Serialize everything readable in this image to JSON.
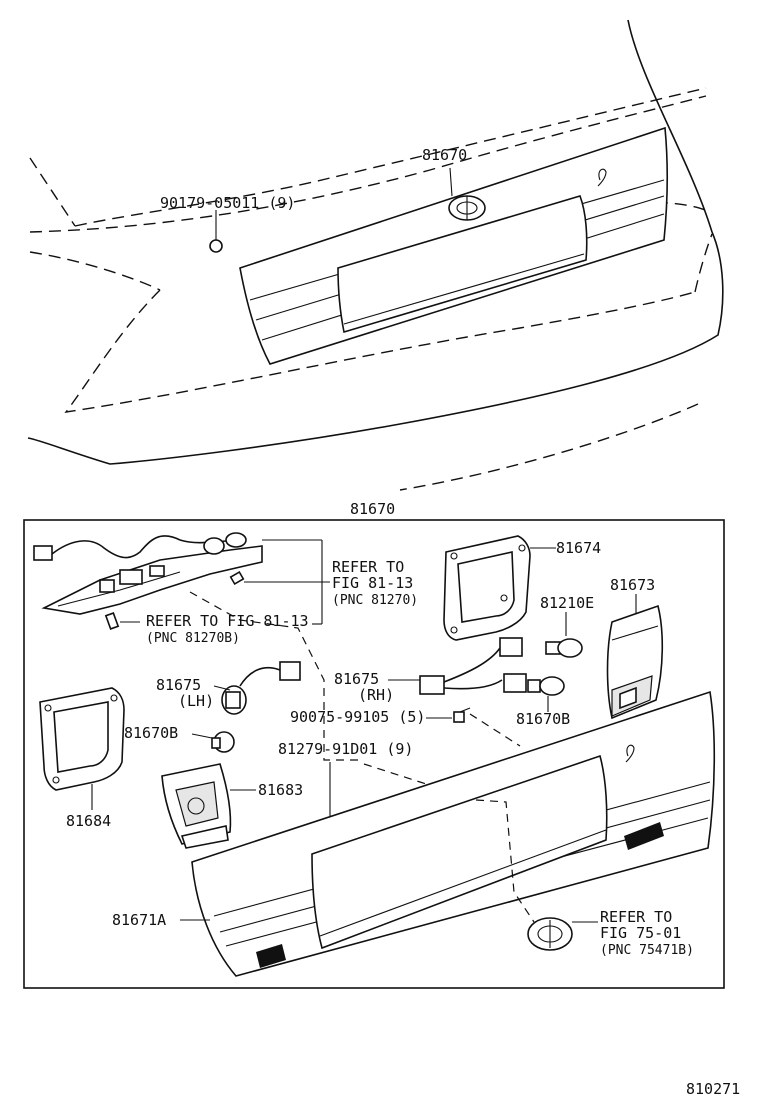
{
  "figure_id": "810271",
  "top_view": {
    "part_label": "81670",
    "clip_label": "90179-05011 (9)"
  },
  "assembly": {
    "part_label": "81670",
    "labels": {
      "p81674": "81674",
      "p81673": "81673",
      "p81210E": "81210E",
      "p81675_rh": "81675",
      "rh": "(RH)",
      "p81670B_rh": "81670B",
      "p81675_lh": "81675",
      "lh": "(LH)",
      "p81670B_lh": "81670B",
      "screw1": "90075-99105 (5)",
      "screw2": "81279-91D01 (9)",
      "p81683": "81683",
      "p81684": "81684",
      "p81671A": "81671A"
    },
    "refs": {
      "ref1": [
        "REFER TO",
        "FIG 81-13",
        "(PNC 81270)"
      ],
      "ref2": [
        "REFER TO FIG 81-13",
        "(PNC 81270B)"
      ],
      "ref3": [
        "REFER TO",
        "FIG 75-01",
        "(PNC 75471B)"
      ]
    }
  }
}
